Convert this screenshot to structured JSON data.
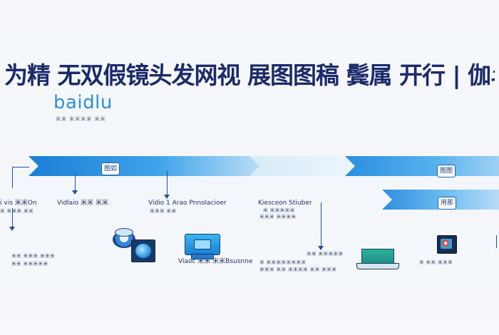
{
  "header": {
    "title": "为精 无双假镜头发网视 展图图稿 鬓属 开行 | 伽斗键里",
    "brand": "baidlu",
    "brand_sub": "米米 米米米米 米米"
  },
  "timeline": {
    "band_tag_1": "图如",
    "band_tag_2": "图图",
    "band_tag_3": "用那"
  },
  "nodes": [
    {
      "label": "i vis 米米On",
      "sub": "米 米米米 米米",
      "sub2": "米米 米米米 米米米",
      "sub3": "米米 米米米米米"
    },
    {
      "label": "Vidlaio 米米 米米",
      "sub": ""
    },
    {
      "label": "Vidio 1 Arao Pnnolacioer",
      "sub": "米米米 米米",
      "sub2": "Viaoc 米米 米米Bsusnne"
    },
    {
      "label": "Kiesceon Stiuber",
      "sub": "· 米 米米米米米",
      "sub2": "米米米 米米米米",
      "sub3": "米 米米米米米米米米",
      "sub4": "米米米 米米 米米米米 米米 米米米"
    },
    {
      "label": "",
      "sub": "米米 米米米米米"
    },
    {
      "label": "",
      "sub": "米 米米 米米米"
    }
  ],
  "colors": {
    "accent": "#1a7fd6",
    "title": "#1b2a6b",
    "brand": "#2e8fd8"
  }
}
